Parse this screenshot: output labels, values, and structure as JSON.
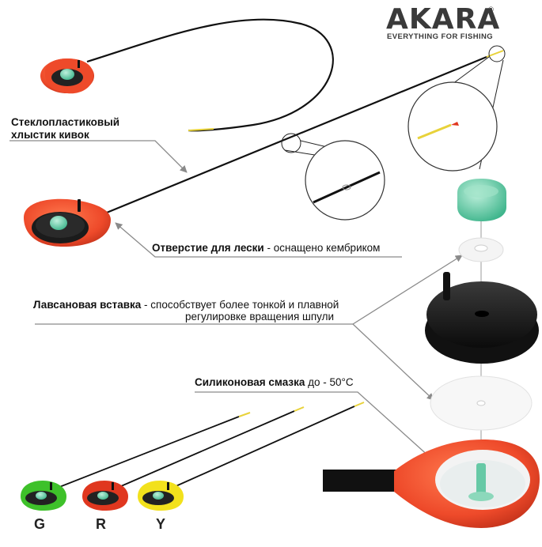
{
  "brand": {
    "logo": "AKARA",
    "registered_mark": "®",
    "tagline": "EVERYTHING FOR FISHING"
  },
  "callouts": {
    "whip": {
      "line1": "Стеклопластиковый",
      "line2": "хлыстик кивок"
    },
    "line_hole": {
      "bold": "Отверстие для лески",
      "rest": " - оснащено кембриком"
    },
    "lavsan": {
      "bold": "Лавсановая вставка",
      "rest": " - способствует более тонкой и плавной",
      "line2": "регулировке вращения шпули"
    },
    "silicone": {
      "bold": "Силиконовая смазка",
      "rest": " до - 50°С"
    }
  },
  "variants": [
    {
      "letter": "G",
      "color": "#3ec12a"
    },
    {
      "letter": "R",
      "color": "#e0371f"
    },
    {
      "letter": "Y",
      "color": "#f2e11c"
    }
  ],
  "colors": {
    "reel_red": "#ee4a2a",
    "reel_red_dark": "#c5331b",
    "spool_black": "#1a1a1a",
    "knob_green": "#6fd1ad",
    "leader_gray": "#8a8a8a",
    "whip_yellow": "#e8d23a"
  },
  "icons": {
    "detail_circle": "magnifier-circle",
    "arrow": "pointer-arrow"
  }
}
